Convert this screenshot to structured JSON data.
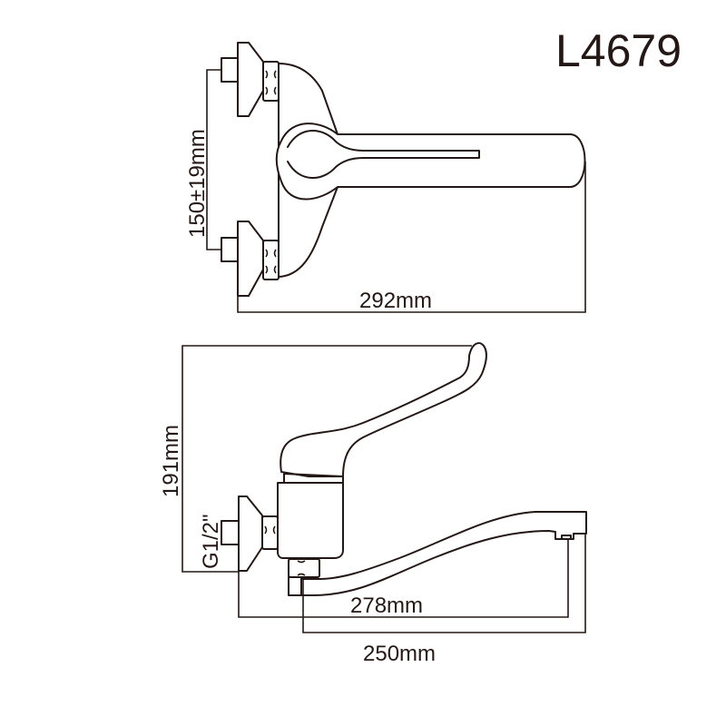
{
  "diagram": {
    "model_number": "L4679",
    "subject": "Wall-mounted single lever faucet technical drawing",
    "line_color": "#231815",
    "background": "#ffffff"
  },
  "top_view": {
    "dimensions": {
      "inlet_spacing": "150±19mm",
      "overall_length": "292mm"
    }
  },
  "side_view": {
    "dimensions": {
      "overall_height": "191mm",
      "thread": "G1/2\"",
      "inlet_to_outlet": "278mm",
      "spout_reach": "250mm"
    }
  }
}
